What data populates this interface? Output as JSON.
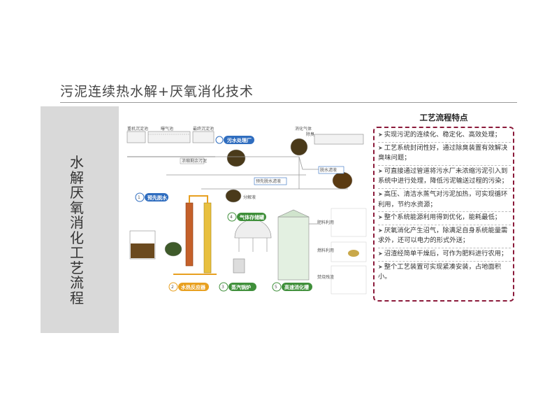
{
  "page": {
    "title": "污泥连续热水解+厌氧消化技术",
    "side_label": [
      "水",
      "解",
      "厌",
      "氧",
      "消",
      "化",
      "工",
      "艺",
      "流",
      "程"
    ]
  },
  "diagram": {
    "top_labels": [
      "重机沉淀池",
      "曝气池",
      "最终沉淀池",
      "除臭",
      "消化气体"
    ],
    "plant_label": "污水处理厂",
    "steps": [
      {
        "num": "1",
        "label": "预先脱水"
      },
      {
        "num": "2",
        "label": "水热反应器"
      },
      {
        "num": "3",
        "label": "蒸汽锅炉"
      },
      {
        "num": "4",
        "label": "气体存储罐"
      },
      {
        "num": "5",
        "label": "高速消化槽"
      }
    ],
    "filtrate_labels": [
      "预先脱水滤液",
      "脱水滤液"
    ],
    "other_labels": [
      "浓缩剩余污泥",
      "分解液",
      "肥料利用",
      "燃料利用",
      "焚烧残渣"
    ]
  },
  "features": {
    "title": "工艺流程特点",
    "items": [
      "实现污泥的连续化、稳定化、高效处理；",
      "工艺系统封闭性好，通过除臭装置有效解决臭味问题；",
      "可直接通过管道将污水厂未浓缩污泥引入到系统中进行处理，降低污泥输送过程的污染；",
      "高压、清洁水蒸气对污泥加热，可实现循环利用，节约水资源；",
      "整个系统能源利用得到优化，能耗最低；",
      "厌氧消化产生沼气，除满足自身系统能量需求外，还可以电力的形式外送；",
      "沼渣经简单干燥后，可作为肥料进行农用；",
      "整个工艺装置可实现紧凑安装，占地面积小。"
    ]
  },
  "colors": {
    "accent_blue": "#2f6dbf",
    "accent_orange": "#e8a020",
    "accent_green": "#3f8f3a",
    "frame_red": "#8b1a3a",
    "sludge_brown": "#6b4a1f"
  }
}
